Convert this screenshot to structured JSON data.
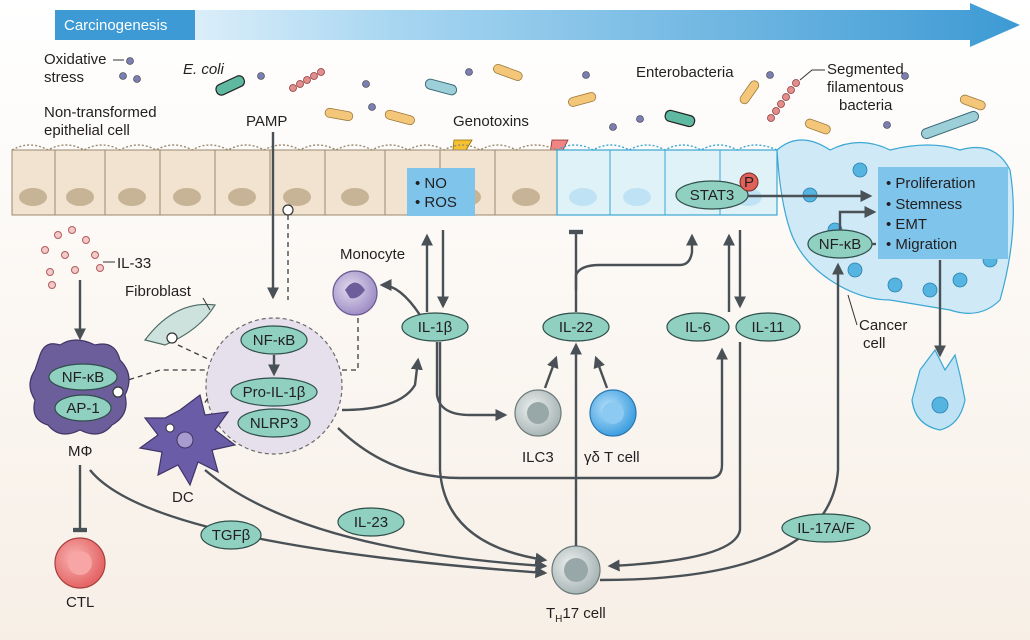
{
  "banner": {
    "label": "Carcinogenesis"
  },
  "lumen": {
    "oxidative_stress": [
      "Oxidative",
      "stress"
    ],
    "e_coli": "E. coli",
    "enterobacteria": "Enterobacteria",
    "sfb": [
      "Segmented",
      "filamentous",
      "bacteria"
    ],
    "genotoxins": "Genotoxins",
    "pamp": "PAMP"
  },
  "epithelium": {
    "non_transformed": [
      "Non-transformed",
      "epithelial cell"
    ],
    "no_ros": [
      "NO",
      "ROS"
    ],
    "stat3": "STAT3",
    "phospho": "P",
    "nfkb_cancer": "NF-κB",
    "outcomes": [
      "Proliferation",
      "Stemness",
      "EMT",
      "Migration"
    ],
    "cancer_cell": [
      "Cancer",
      "cell"
    ]
  },
  "cells": {
    "il33": "IL-33",
    "fibroblast": "Fibroblast",
    "monocyte": "Monocyte",
    "macrophage_nfkb": "NF-κB",
    "macrophage_ap1": "AP-1",
    "macrophage": "MΦ",
    "dc": "DC",
    "ctl": "CTL",
    "inflammasome_nfkb": "NF-κB",
    "pro_il1b": "Pro-IL-1β",
    "nlrp3": "NLRP3",
    "ilc3": "ILC3",
    "gd_t": "γδ T cell",
    "th17_T": "T",
    "th17_sub": "H",
    "th17_rest": "17 cell"
  },
  "cytokines": {
    "il1b": "IL-1β",
    "il22": "IL-22",
    "il6": "IL-6",
    "il11": "IL-11",
    "tgfb": "TGFβ",
    "il23": "IL-23",
    "il17": "IL-17A/F"
  },
  "colors": {
    "banner_start": "#ffffff",
    "banner_end": "#3d9ad4",
    "pill_fill": "#8fd0c0",
    "pill_stroke": "#2f4f4a",
    "box_fill": "#7fc4ea",
    "epithelial_fill": "#f1e3cf",
    "transformed_fill": "#dff2f8",
    "cancer_fill": "#bfe3f5",
    "macrophage_fill": "#6c5e9a",
    "dc_fill": "#6a5ca6",
    "ctl_fill": "#ec7c7c",
    "gd_fill": "#5fb4ec",
    "ilc3_fill": "#c9d6d6",
    "th17_fill": "#d0d6d6"
  }
}
